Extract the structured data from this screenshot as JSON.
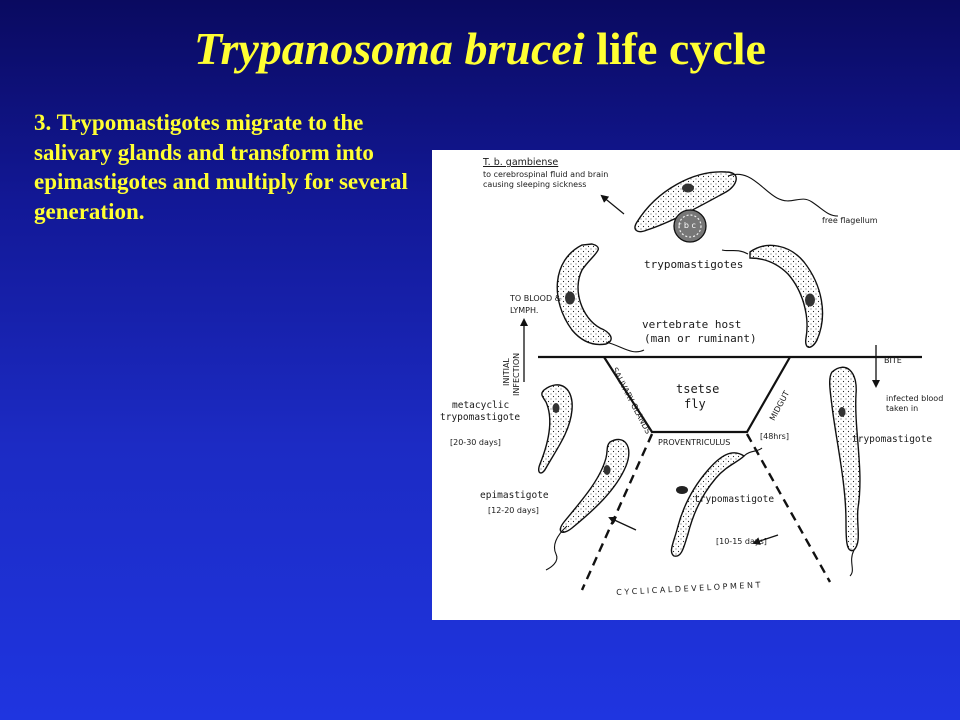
{
  "title": {
    "italic_part": "Trypanosoma brucei",
    "plain_part": " life cycle"
  },
  "step_text": "3.  Trypomastigotes migrate to the salivary glands and transform into epimastigotes and multiply for several generation.",
  "diagram": {
    "tb_species": "T. b. gambiense",
    "csf_note_1": "to cerebrospinal fluid and brain",
    "csf_note_2": "causing sleeping sickness",
    "free_flagellum": "free flagellum",
    "rbc": "r b c",
    "trypomastigotes": "trypomastigotes",
    "vertebrate_host_1": "vertebrate host",
    "vertebrate_host_2": "(man or ruminant)",
    "to_blood_1": "TO BLOOD &",
    "to_blood_2": "LYMPH.",
    "initial_infection_1": "INITIAL",
    "initial_infection_2": "INFECTION",
    "bite": "BITE",
    "infected_blood_1": "infected blood",
    "infected_blood_2": "taken in",
    "tsetse": "tsetse",
    "fly": "fly",
    "salivary_glands": "SALIVARY GLANDS",
    "midgut": "MIDGUT",
    "proventriculus": "PROVENTRICULUS",
    "metacyclic_1": "metacyclic",
    "metacyclic_2": "trypomastigote",
    "days_20_30": "[20-30 days]",
    "hrs_48": "[48hrs]",
    "trypomastigote_right": "trypomastigote",
    "epimastigote": "epimastigote",
    "days_12_20": "[12-20 days]",
    "trypomastigote_center": "trypomastigote",
    "days_10_15": "[10-15 days]",
    "cyclical_development": "C Y C L I C A L   D E V E L O P M E N T"
  }
}
